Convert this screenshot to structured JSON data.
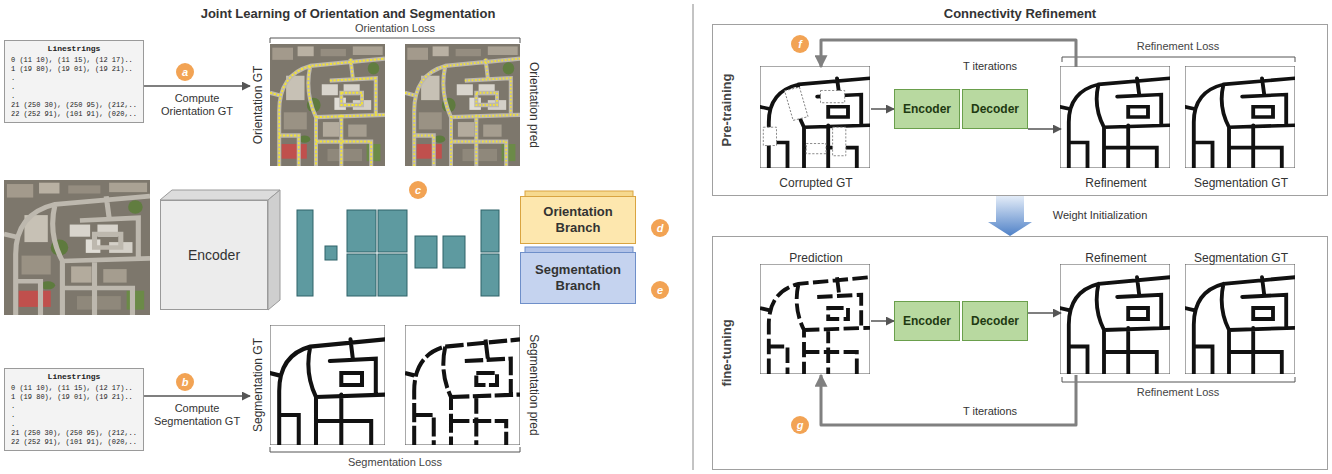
{
  "diagram": {
    "nodes": [
      {
        "text": [
          "Linestrings",
          "0 (11 10), (11 15), (12 17)..",
          "1 (19 80), (19 01), (19 21)..",
          ".",
          ".",
          ".",
          "21 (250 30), (250 95), (212,..",
          "22 (252 91), (101 91), (020,.."
        ]
      },
      {
        "text": [
          "Orientation GT"
        ]
      },
      {
        "text": [
          "Orientation pred"
        ]
      },
      {
        "text": [
          "Encoder"
        ]
      },
      {
        "text": [
          "Orientation Branch"
        ]
      },
      {
        "text": [
          "Segmentation Branch"
        ]
      },
      {
        "text": [
          "Linestrings",
          "0 (11 10), (11 15), (12 17)..",
          "1 (19 80), (19 01), (19 21)..",
          ".",
          ".",
          ".",
          "21 (250 30), (250 95), (212,..",
          "22 (252 91), (101 91), (020,.."
        ]
      },
      {
        "text": [
          "Segmentation GT"
        ]
      },
      {
        "text": [
          "Segmentation pred"
        ]
      },
      {
        "text": [
          "Pre-training"
        ]
      },
      {
        "text": [
          "Corrupted GT"
        ],
        "in": 9
      },
      {
        "text": [
          "Encoder"
        ],
        "in": 9
      },
      {
        "text": [
          "Decoder"
        ],
        "in": 9
      },
      {
        "text": [
          "Refinement"
        ],
        "in": 9
      },
      {
        "text": [
          "Segmentation GT"
        ],
        "in": 9
      },
      {
        "text": [
          "fine-tuning"
        ]
      },
      {
        "text": [
          "Prediction"
        ],
        "in": 15
      },
      {
        "text": [
          "Encoder"
        ],
        "in": 15
      },
      {
        "text": [
          "Decoder"
        ],
        "in": 15
      },
      {
        "text": [
          "Refinement"
        ],
        "in": 15
      },
      {
        "text": [
          "Segmentation GT"
        ],
        "in": 15
      }
    ],
    "edges": [
      {
        "from": 0,
        "to": 1,
        "arrow": "to",
        "label": "Compute Orientation GT"
      },
      {
        "from": 6,
        "to": 7,
        "arrow": "to",
        "label": "Compute Segmentation GT"
      },
      {
        "from": 10,
        "to": 11,
        "arrow": "to"
      },
      {
        "from": 12,
        "to": 13,
        "arrow": "to"
      },
      {
        "from": 13,
        "to": 10,
        "arrow": "to",
        "label": "T iterations"
      },
      {
        "from": 9,
        "to": 15,
        "arrow": "to",
        "label": "Weight Initialization"
      },
      {
        "from": 16,
        "to": 17,
        "arrow": "to"
      },
      {
        "from": 18,
        "to": 19,
        "arrow": "to"
      },
      {
        "from": 19,
        "to": 16,
        "arrow": "to",
        "label": "T iterations"
      }
    ],
    "labels": [
      "Joint Learning of Orientation and Segmentation",
      "Connectivity Refinement",
      "a",
      "b",
      "c",
      "d",
      "e",
      "f",
      "g",
      "Orientation Loss",
      "Segmentation Loss",
      "Refinement Loss",
      "Refinement Loss"
    ]
  }
}
